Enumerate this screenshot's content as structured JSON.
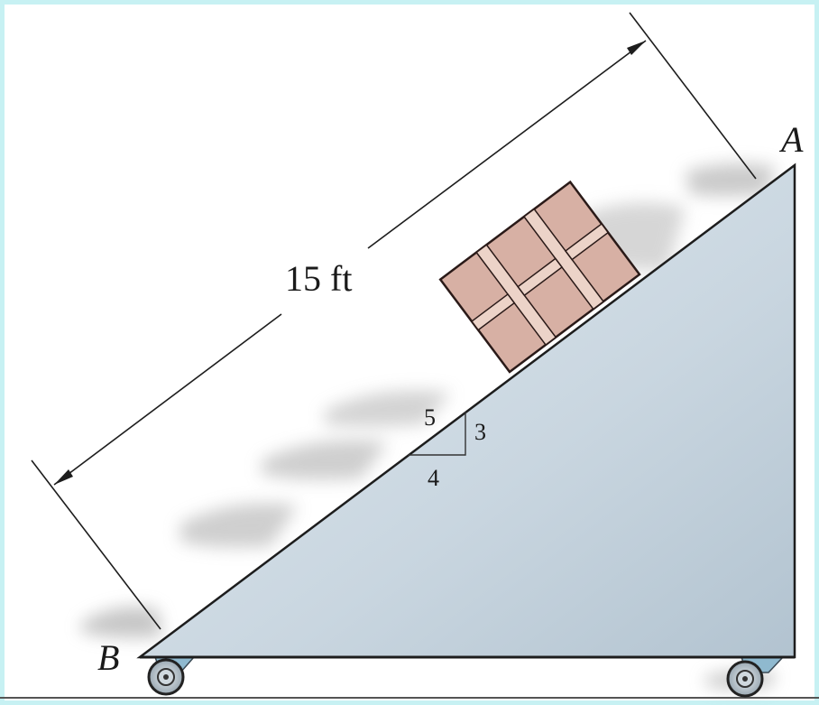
{
  "figure": {
    "dimension_label": "15 ft",
    "point_a": "A",
    "point_b": "B",
    "slope": {
      "hyp": "5",
      "rise": "3",
      "run": "4"
    }
  },
  "colors": {
    "ramp_light": "#dce6ee",
    "ramp_dark": "#b6c6d3",
    "crate": "#d9b3a8",
    "crate_edge": "#2a1a18",
    "frame": "#c7f1f3"
  }
}
